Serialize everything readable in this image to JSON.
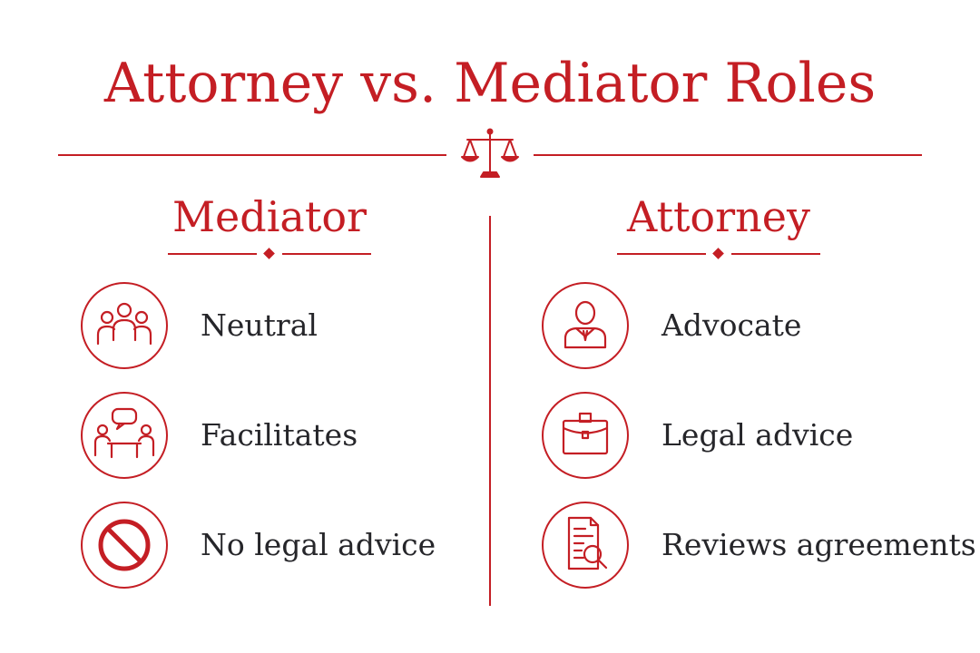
{
  "title": "Attorney vs. Mediator Roles",
  "colors": {
    "accent": "#c41e24",
    "text": "#26262a",
    "background": "#ffffff"
  },
  "columns": {
    "mediator": {
      "heading": "Mediator",
      "items": [
        {
          "label": "Neutral",
          "icon": "group-of-people-icon"
        },
        {
          "label": "Facilitates",
          "icon": "conversation-icon"
        },
        {
          "label": "No legal advice",
          "icon": "prohibited-icon"
        }
      ]
    },
    "attorney": {
      "heading": "Attorney",
      "items": [
        {
          "label": "Advocate",
          "icon": "lawyer-person-icon"
        },
        {
          "label": "Legal advice",
          "icon": "briefcase-icon"
        },
        {
          "label": "Reviews agreements",
          "icon": "document-search-icon"
        }
      ]
    }
  }
}
